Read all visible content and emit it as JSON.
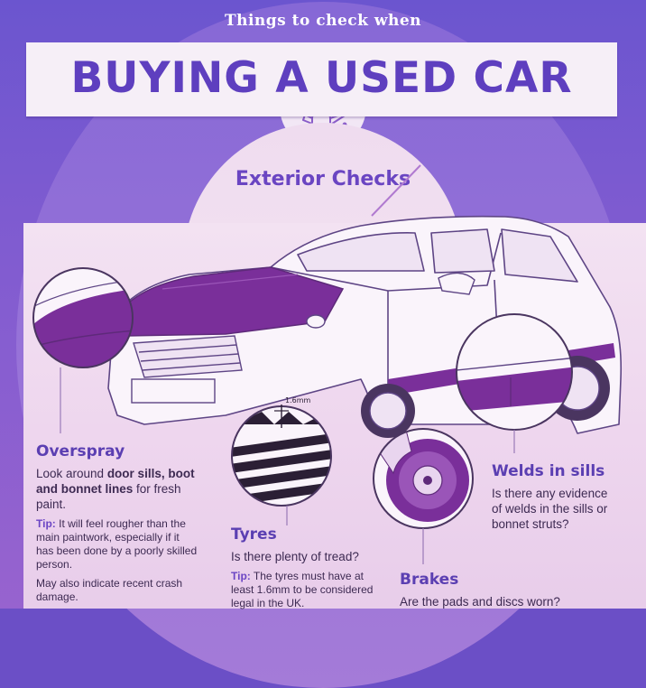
{
  "header": {
    "subtitle": "Things to check when",
    "title": "BUYING A USED CAR"
  },
  "section": {
    "title": "Exterior Checks"
  },
  "checks": {
    "overspray": {
      "heading": "Overspray",
      "body_pre": "Look around ",
      "body_bold": "door sills, boot and bonnet lines",
      "body_post": " for fresh paint.",
      "tip_label": "Tip:",
      "tip_text": " It will feel rougher than the main paintwork, especially if it has been done by a poorly skilled person.",
      "note": "May also indicate recent crash damage."
    },
    "tyres": {
      "heading": "Tyres",
      "body": "Is there plenty of tread?",
      "tip_label": "Tip:",
      "tip_text": " The tyres must have at least 1.6mm to be considered legal in the UK.",
      "tread_label": "1.6mm"
    },
    "welds": {
      "heading": "Welds in sills",
      "body": "Is there any evidence of welds in the sills or bonnet struts?"
    },
    "brakes": {
      "heading": "Brakes",
      "body": "Are the pads and discs worn?"
    }
  },
  "icons": {
    "oil_can": "oil-can-icon"
  },
  "colors": {
    "brand_purple": "#5e3fbf",
    "accent_purple": "#7a2f9a",
    "panel_bg": "#f3e2f2"
  }
}
